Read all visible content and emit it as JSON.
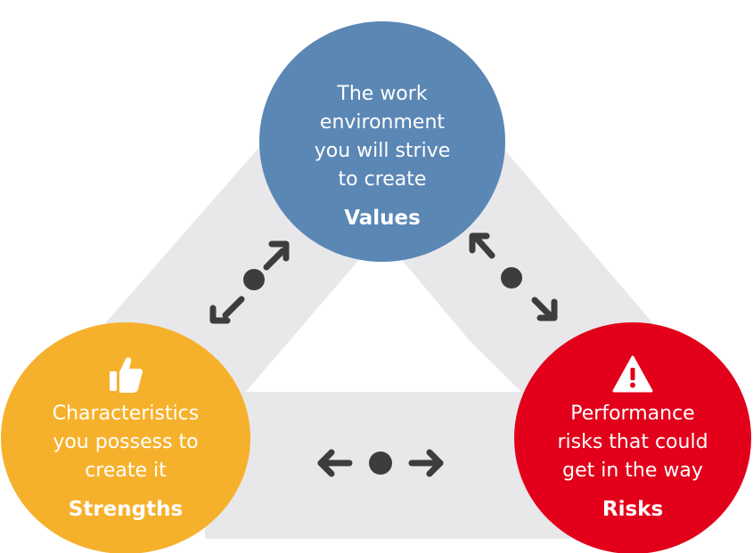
{
  "diagram": {
    "values": {
      "description": "The work environment you will strive to create",
      "lines": [
        "The work",
        "environment",
        "you will strive",
        "to create"
      ],
      "title": "Values",
      "color": "#5b87b5"
    },
    "strengths": {
      "icon": "thumbs-up-icon",
      "lines": [
        "Characteristics",
        "you possess to",
        "create it"
      ],
      "title": "Strengths",
      "color": "#f6b12c"
    },
    "risks": {
      "icon": "warning-icon",
      "lines": [
        "Performance",
        "risks that could",
        "get in the way"
      ],
      "title": "Risks",
      "color": "#e2001a"
    },
    "connectors": {
      "color": "#3d3d3d",
      "band_color": "#e8e8ea",
      "links": [
        "values-strengths",
        "values-risks",
        "strengths-risks"
      ]
    }
  }
}
